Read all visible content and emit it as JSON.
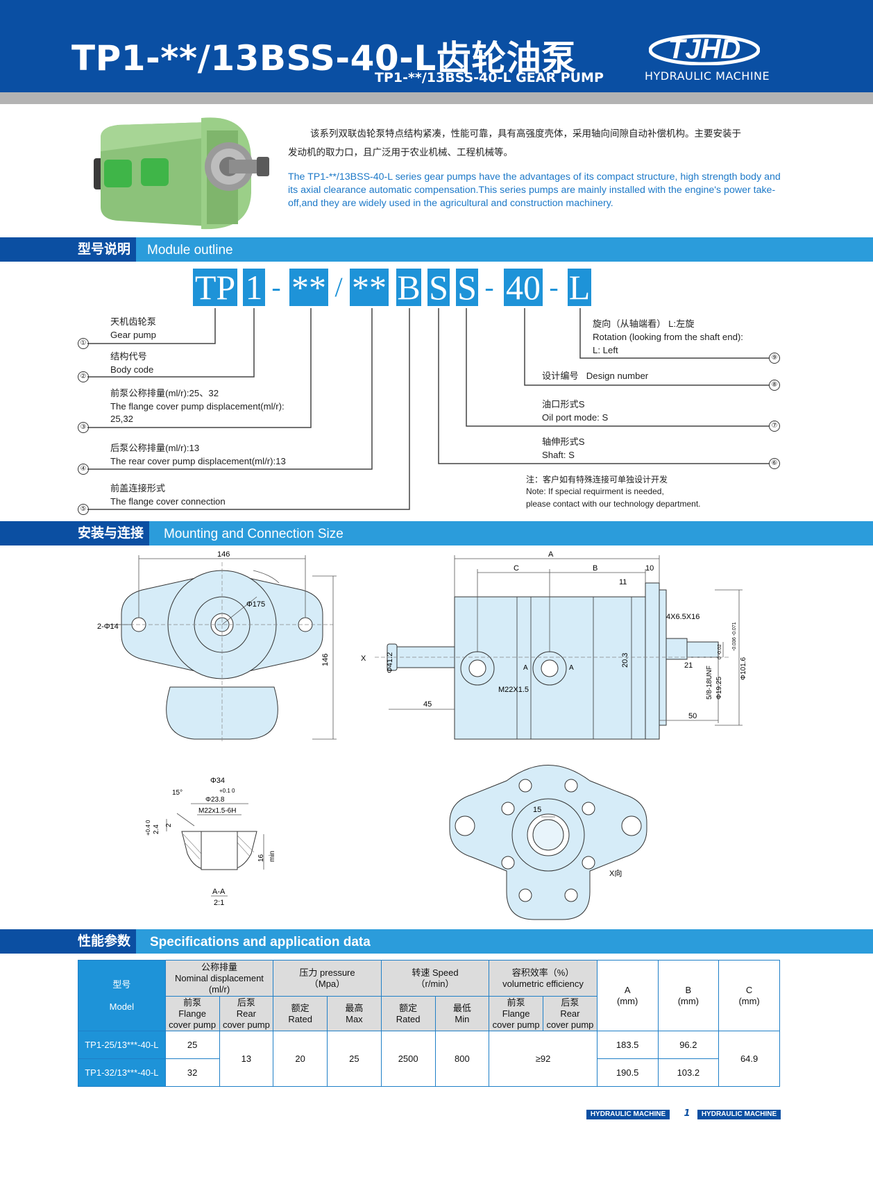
{
  "header": {
    "title": "TP1-**/13BSS-40-L齿轮油泵",
    "subtitle": "TP1-**/13BSS-40-L GEAR PUMP",
    "logo_text": "TJHD",
    "logo_subtitle": "HYDRAULIC MACHINE"
  },
  "intro": {
    "cn_line1": "该系列双联齿轮泵特点结构紧凑，性能可靠，具有高强度壳体，采用轴向间隙自动补偿机构。主要安装于",
    "cn_line2": "发动机的取力口，且广泛用于农业机械、工程机械等。",
    "en": "The TP1-**/13BSS-40-L series gear pumps have the advantages of its compact structure, high strength body and its axial clearance automatic compensation.This series pumps are mainly installed with the engine's power take-off,and they are widely used in the agricultural and construction machinery."
  },
  "sections": {
    "module": {
      "cn": "型号说明",
      "en": "Module outline"
    },
    "mounting": {
      "cn": "安装与连接",
      "en": "Mounting and Connection Size"
    },
    "specs": {
      "cn": "性能参数",
      "en": "Specifications and application data"
    }
  },
  "model_code": {
    "parts": [
      "TP",
      "1",
      "-",
      "**",
      "/",
      "**",
      "B",
      "S",
      "S",
      "-",
      "40",
      "-",
      "L"
    ]
  },
  "model_items": [
    {
      "num": "①",
      "cn": "天机齿轮泵",
      "en": "Gear pump"
    },
    {
      "num": "②",
      "cn": "结构代号",
      "en": "Body code"
    },
    {
      "num": "③",
      "cn": "前泵公称排量(ml/r):25、32",
      "en": "The flange cover pump displacement(ml/r):",
      "en2": "25,32"
    },
    {
      "num": "④",
      "cn": "后泵公称排量(ml/r):13",
      "en": "The rear cover pump displacement(ml/r):13"
    },
    {
      "num": "⑤",
      "cn": "前盖连接形式",
      "en": "The flange cover connection"
    },
    {
      "num": "⑥",
      "cn": "轴伸形式S",
      "en": "Shaft: S"
    },
    {
      "num": "⑦",
      "cn": "油口形式S",
      "en": "Oil port mode: S"
    },
    {
      "num": "⑧",
      "cn": "设计编号",
      "en": "Design number"
    },
    {
      "num": "⑨",
      "cn": "旋向（从轴端看） L:左旋",
      "en": "Rotation (looking from the shaft end):",
      "en2": "L: Left"
    }
  ],
  "note": {
    "cn": "注：客户如有特殊连接可单独设计开发",
    "en1": "Note: If special requirment is needed,",
    "en2": "please contact with our technology department."
  },
  "dimensions": {
    "front": {
      "width": "146",
      "height": "146",
      "holes": "2-Φ14",
      "pcd": "Φ175"
    },
    "side": {
      "A": "A",
      "B": "B",
      "C": "C",
      "d10": "10",
      "d11": "11",
      "key": "4X6.5X16",
      "port_d": "Φ41.2",
      "d45": "45",
      "port_thread": "M22X1.5",
      "d203": "20.3",
      "d21": "21",
      "thread": "5/8-18UNF",
      "shaft_d": "Φ19.25",
      "shaft_tol": "0 -0.02",
      "pilot_d": "Φ101.6",
      "pilot_tol": "-0.036 -0.071",
      "d50": "50",
      "x_mark": "X",
      "sec_a1": "A",
      "sec_a2": "A"
    },
    "section": {
      "d34": "Φ34",
      "d238": "Φ23.8",
      "d238_tol": "+0.1 0",
      "thread": "M22x1.5-6H",
      "angle": "15°",
      "depth": "2.4",
      "depth_tol": "+0.4 0",
      "d2": "2",
      "d16": "16",
      "min": "min",
      "label": "A-A",
      "scale": "2:1"
    },
    "rear": {
      "d15": "15",
      "view": "X向"
    }
  },
  "spec_table": {
    "headers": {
      "model_cn": "型号",
      "model_en": "Model",
      "disp_cn": "公称排量",
      "disp_en": "Nominal displacement",
      "disp_unit": "(ml/r)",
      "pres": "压力 pressure",
      "pres_unit": "（Mpa）",
      "speed": "转速 Speed",
      "speed_unit": "（r/min）",
      "eff_cn": "容积效率（%）",
      "eff_en": "volumetric efficiency",
      "front_cn": "前泵",
      "front_en1": "Flange",
      "front_en2": "cover pump",
      "rear_cn": "后泵",
      "rear_en1": "Rear",
      "rear_en2": "cover pump",
      "rated_cn": "额定",
      "rated_en": "Rated",
      "max_cn": "最高",
      "max_en": "Max",
      "min_cn": "最低",
      "min_en": "Min",
      "a": "A",
      "b": "B",
      "c": "C",
      "mm": "(mm)"
    },
    "rows": [
      {
        "model": "TP1-25/13***-40-L",
        "front": "25",
        "A": "183.5",
        "B": "96.2"
      },
      {
        "model": "TP1-32/13***-40-L",
        "front": "32",
        "A": "190.5",
        "B": "103.2"
      }
    ],
    "shared": {
      "rear": "13",
      "pres_rated": "20",
      "pres_max": "25",
      "speed_rated": "2500",
      "speed_min": "800",
      "eff": "≥92",
      "C": "64.9"
    }
  },
  "footer": {
    "left": "HYDRAULIC MACHINE",
    "page": "1",
    "right": "HYDRAULIC MACHINE"
  },
  "colors": {
    "navy": "#0b4fa2",
    "blue": "#1e93d8",
    "light_blue": "#2b9cdb",
    "drawing_fill": "#d6ecf8",
    "pump_green": "#8cc27a"
  }
}
